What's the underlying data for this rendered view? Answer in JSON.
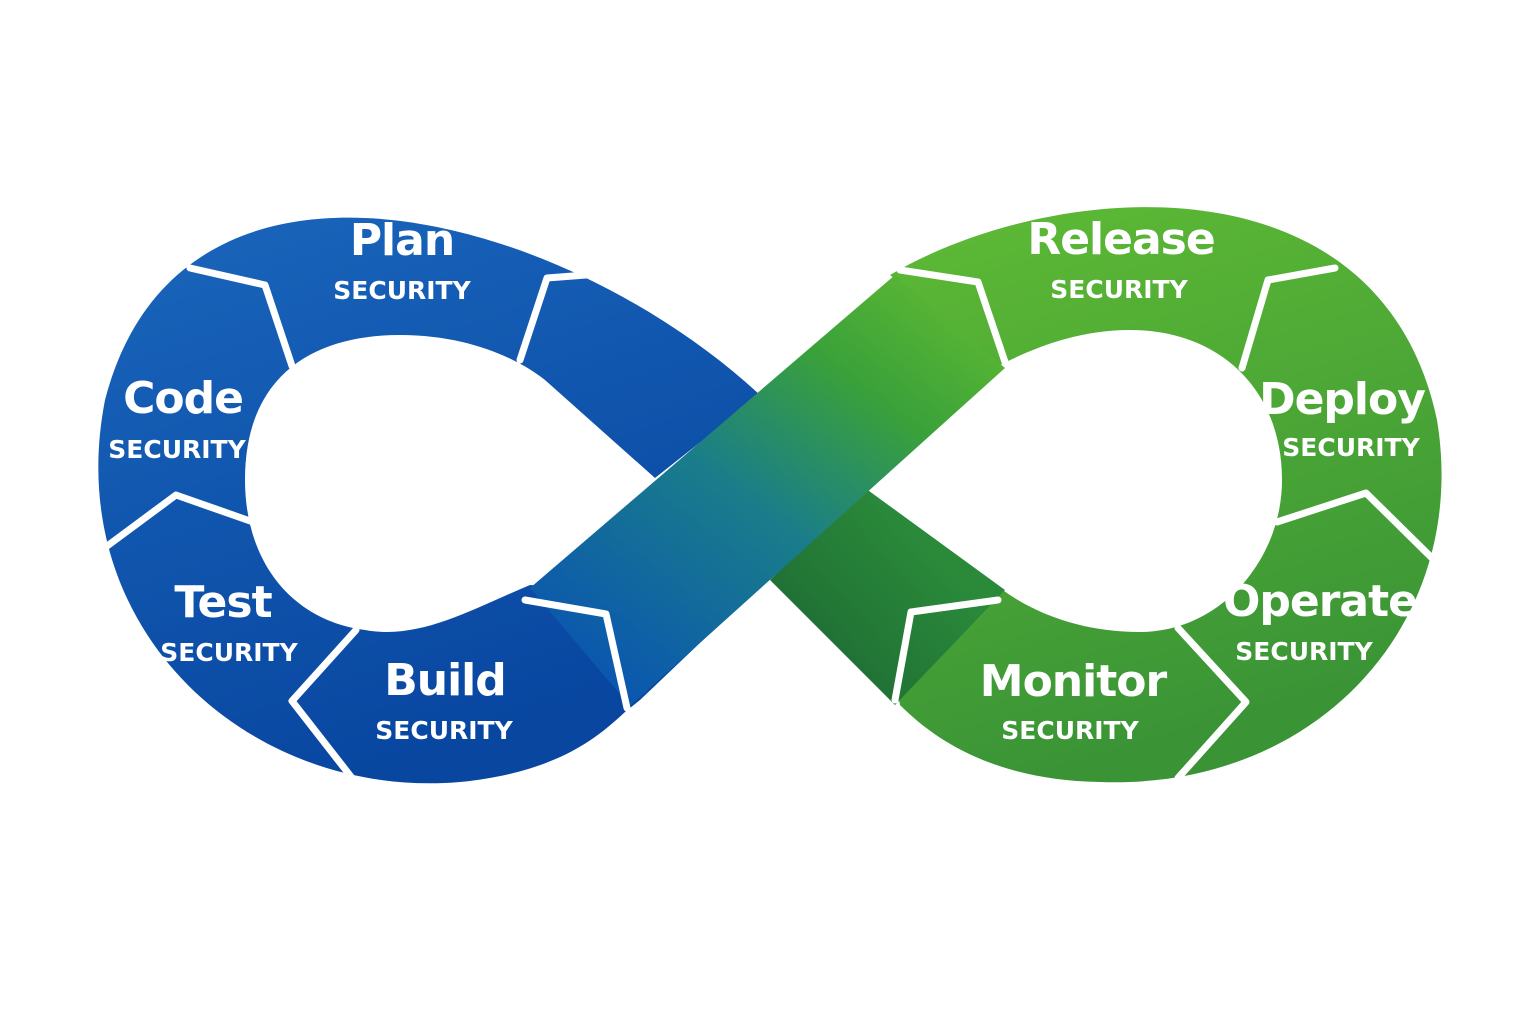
{
  "colors": {
    "blue_light": "#1761b8",
    "blue_dark": "#0a4aa0",
    "green_light": "#5cb833",
    "green_dark": "#3a9437",
    "crossing_shadow": "#1f6e34",
    "text": "#ffffff"
  },
  "stages": [
    {
      "id": "plan",
      "name": "Plan",
      "sub": "SECURITY"
    },
    {
      "id": "code",
      "name": "Code",
      "sub": "SECURITY"
    },
    {
      "id": "test",
      "name": "Test",
      "sub": "SECURITY"
    },
    {
      "id": "build",
      "name": "Build",
      "sub": "SECURITY"
    },
    {
      "id": "release",
      "name": "Release",
      "sub": "SECURITY"
    },
    {
      "id": "deploy",
      "name": "Deploy",
      "sub": "SECURITY"
    },
    {
      "id": "operate",
      "name": "Operate",
      "sub": "SECURITY"
    },
    {
      "id": "monitor",
      "name": "Monitor",
      "sub": "SECURITY"
    }
  ]
}
